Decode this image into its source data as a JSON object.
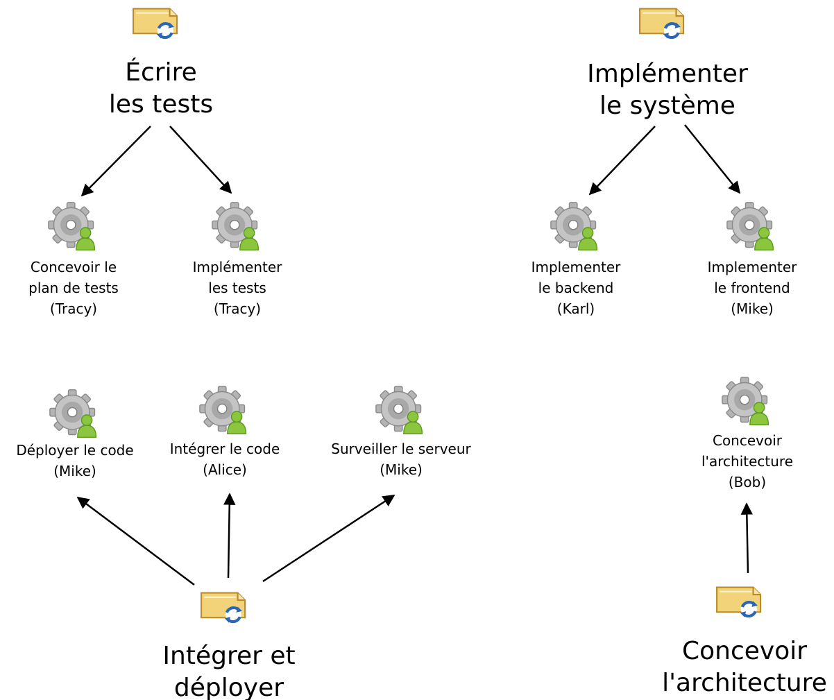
{
  "phases": [
    {
      "id": "ecrire",
      "title_lines": [
        "Écrire",
        "les tests"
      ],
      "icon": "phase-folder-sync-icon"
    },
    {
      "id": "implementer",
      "title_lines": [
        "Implémenter",
        "le système"
      ],
      "icon": "phase-folder-sync-icon"
    },
    {
      "id": "integrer",
      "title_lines": [
        "Intégrer et",
        "déployer"
      ],
      "icon": "phase-folder-sync-icon"
    },
    {
      "id": "concevoir",
      "title_lines": [
        "Concevoir",
        "l'architecture"
      ],
      "icon": "phase-folder-sync-icon"
    }
  ],
  "tasks": [
    {
      "id": "concevoir-plan",
      "lines": [
        "Concevoir le",
        "plan de tests",
        "(Tracy)"
      ],
      "icon": "task-gear-person-icon"
    },
    {
      "id": "implementer-tests",
      "lines": [
        "Implémenter",
        "les tests",
        "(Tracy)"
      ],
      "icon": "task-gear-person-icon"
    },
    {
      "id": "implementer-backend",
      "lines": [
        "Implementer",
        "le backend",
        "(Karl)"
      ],
      "icon": "task-gear-person-icon"
    },
    {
      "id": "implementer-frontend",
      "lines": [
        "Implementer",
        "le frontend",
        "(Mike)"
      ],
      "icon": "task-gear-person-icon"
    },
    {
      "id": "deployer-code",
      "lines": [
        "Déployer le code",
        "(Mike)"
      ],
      "icon": "task-gear-person-icon"
    },
    {
      "id": "integrer-code",
      "lines": [
        "Intégrer le code",
        "(Alice)"
      ],
      "icon": "task-gear-person-icon"
    },
    {
      "id": "surveiller-serveur",
      "lines": [
        "Surveiller le serveur",
        "(Mike)"
      ],
      "icon": "task-gear-person-icon"
    },
    {
      "id": "concevoir-architecture",
      "lines": [
        "Concevoir",
        "l'architecture",
        "(Bob)"
      ],
      "icon": "task-gear-person-icon"
    }
  ],
  "edges": [
    {
      "from": "ecrire",
      "to": "concevoir-plan"
    },
    {
      "from": "ecrire",
      "to": "implementer-tests"
    },
    {
      "from": "implementer",
      "to": "implementer-backend"
    },
    {
      "from": "implementer",
      "to": "implementer-frontend"
    },
    {
      "from": "integrer",
      "to": "deployer-code"
    },
    {
      "from": "integrer",
      "to": "integrer-code"
    },
    {
      "from": "integrer",
      "to": "surveiller-serveur"
    },
    {
      "from": "concevoir",
      "to": "concevoir-architecture"
    }
  ],
  "colors": {
    "folder_body": "#f2d37a",
    "folder_edge": "#b88a2b",
    "sync_blue": "#2a66b8",
    "gear_gray": "#b4b4b4",
    "gear_dark": "#7f7f7f",
    "person_green": "#8cc63f",
    "person_dark": "#5a9a1e",
    "arrow": "#000000"
  }
}
